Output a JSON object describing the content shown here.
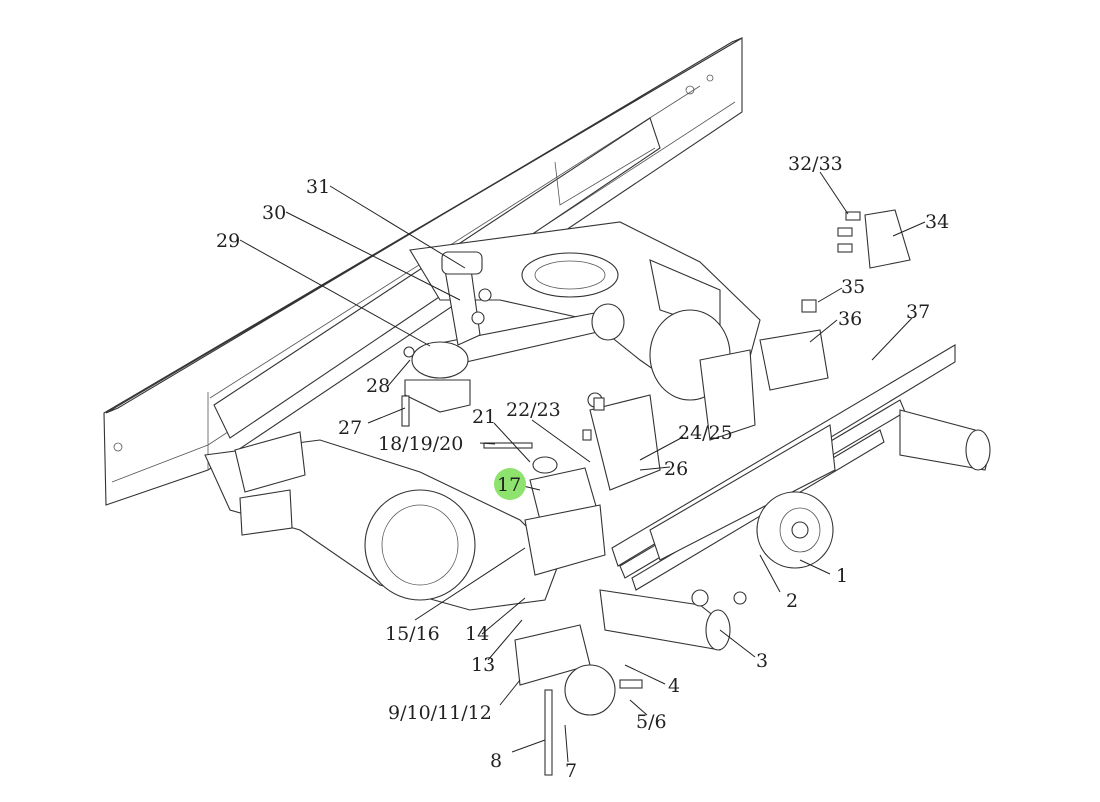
{
  "diagram": {
    "highlight": {
      "label": "17",
      "color": "#8de36e"
    },
    "labels": [
      "1",
      "2",
      "3",
      "4",
      "5/6",
      "7",
      "8",
      "9/10/11/12",
      "13",
      "14",
      "15/16",
      "17",
      "18/19/20",
      "21",
      "22/23",
      "24/25",
      "26",
      "27",
      "28",
      "29",
      "30",
      "31",
      "32/33",
      "34",
      "35",
      "36",
      "37"
    ]
  }
}
